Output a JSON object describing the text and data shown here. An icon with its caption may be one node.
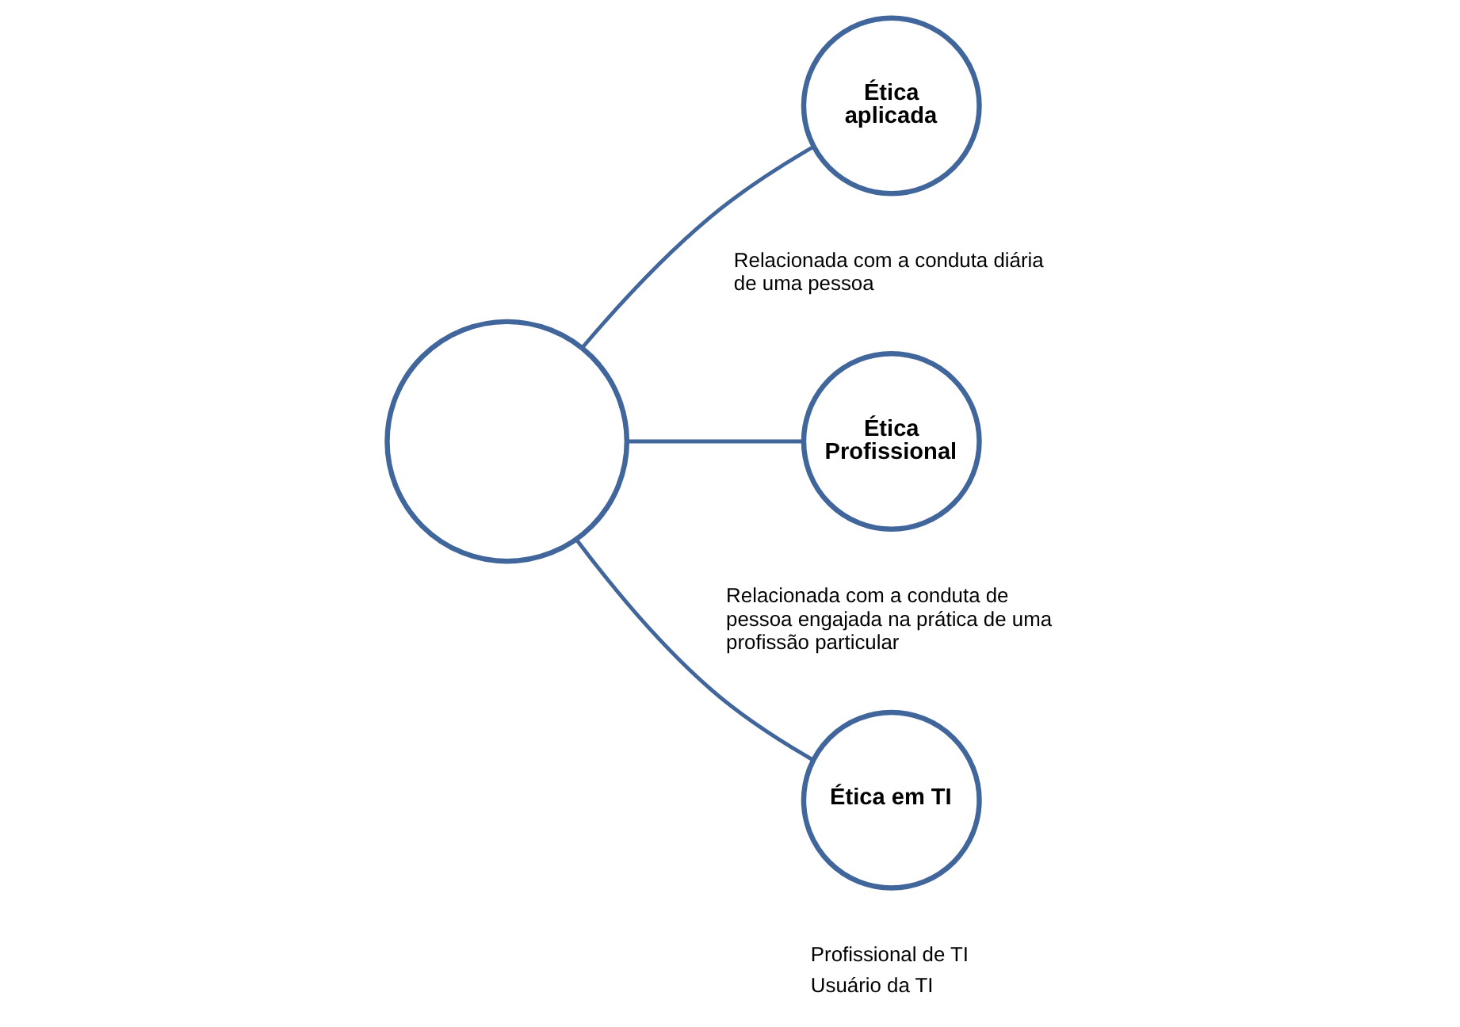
{
  "diagram": {
    "nodes": [
      {
        "text": [],
        "shape": "circle"
      },
      {
        "text": [
          "Ética aplicada"
        ],
        "beside": [
          "Relacionada com a conduta diária de uma pessoa"
        ]
      },
      {
        "text": [
          "Ética Profissional"
        ],
        "beside": [
          "Relacionada com a conduta de pessoa engajada na prática de uma profissão particular"
        ]
      },
      {
        "text": [
          "Ética em TI"
        ],
        "beside": [
          "Profissional de TI",
          "Usuário da TI"
        ]
      }
    ],
    "edges": [
      {
        "from": 0,
        "to": 1,
        "arrow": "none"
      },
      {
        "from": 0,
        "to": 2,
        "arrow": "none"
      },
      {
        "from": 0,
        "to": 3,
        "arrow": "none"
      }
    ]
  }
}
